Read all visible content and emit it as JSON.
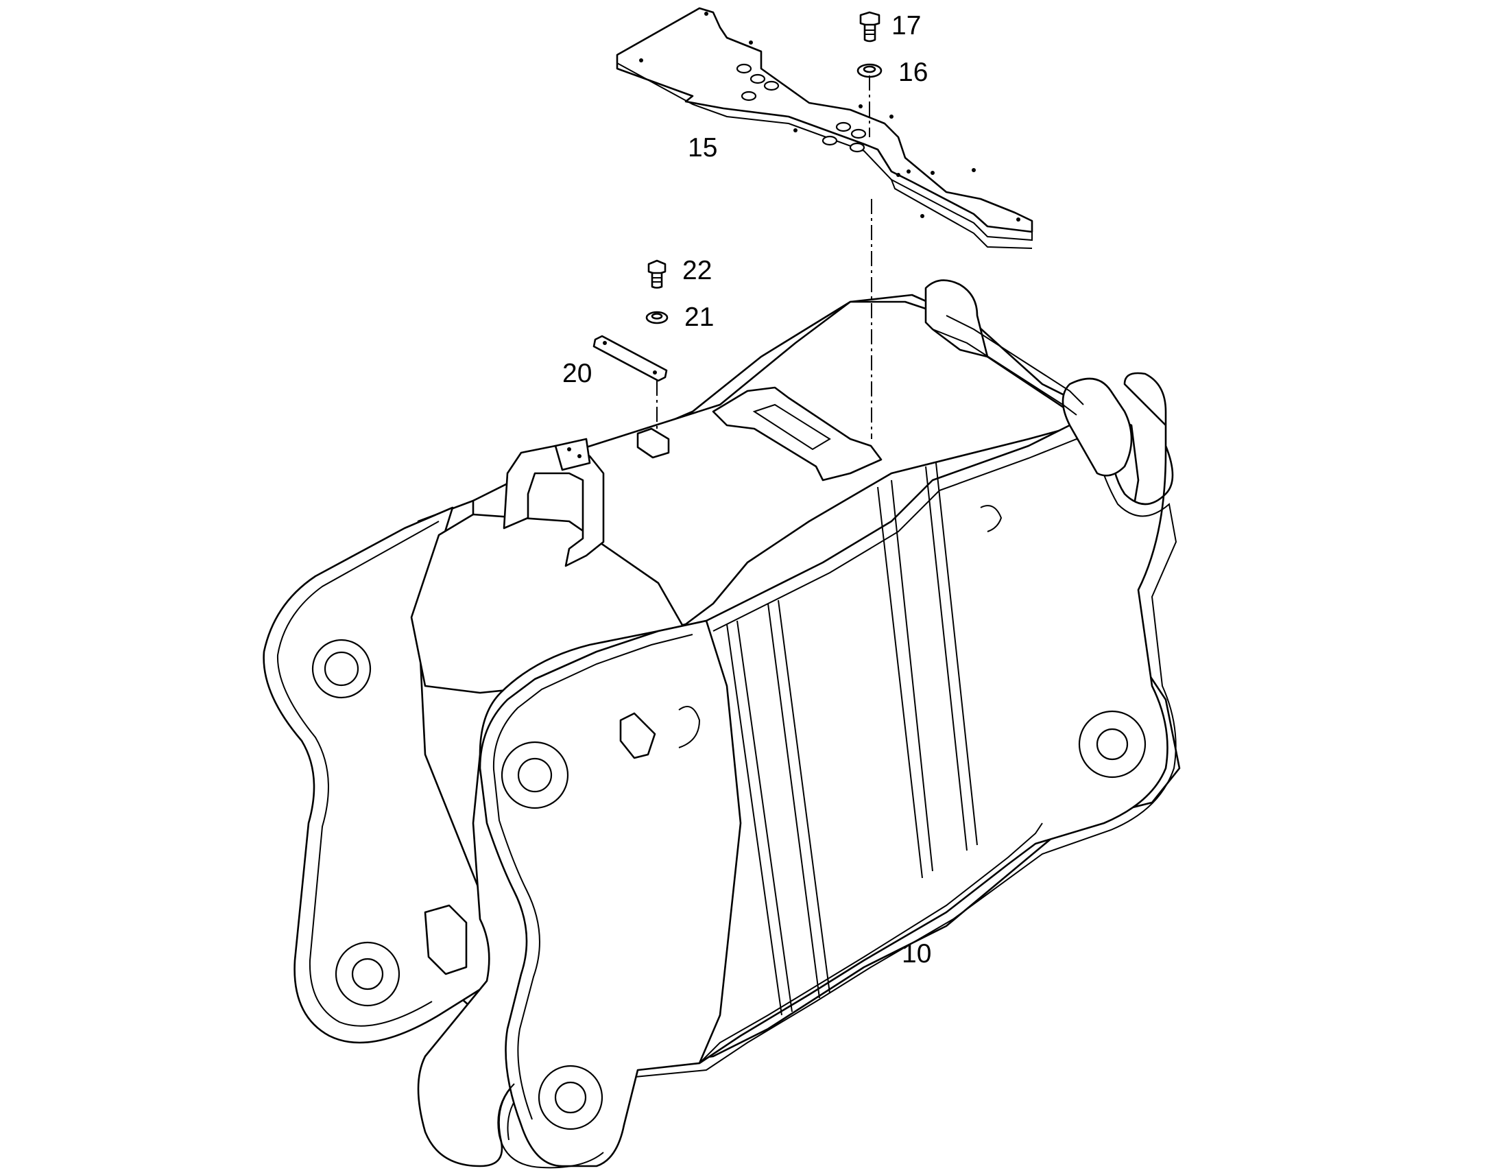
{
  "callouts": {
    "bolt_top": "17",
    "washer_top": "16",
    "plate": "15",
    "bolt_small": "22",
    "washer_small": "21",
    "strip": "20",
    "frame": "10"
  },
  "colors": {
    "line": "#000000",
    "background": "#ffffff"
  }
}
